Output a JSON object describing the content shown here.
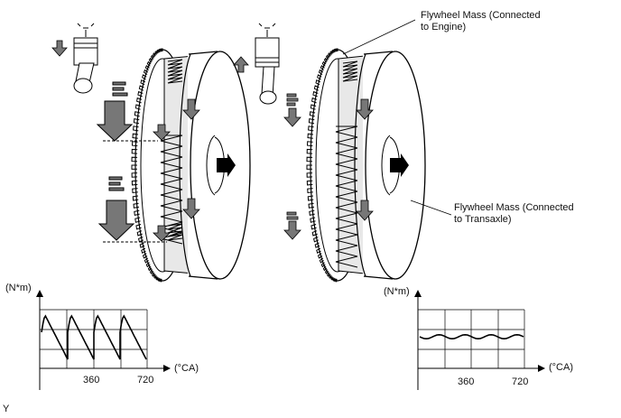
{
  "callouts": {
    "flywheel_engine": "Flywheel Mass (Connected\nto Engine)",
    "flywheel_transaxle": "Flywheel Mass (Connected\nto Transaxle)"
  },
  "left_graph": {
    "y_unit": "(N*m)",
    "x_unit": "(°CA)",
    "ticks": [
      "360",
      "720"
    ]
  },
  "right_graph": {
    "y_unit": "(N*m)",
    "x_unit": "(°CA)",
    "ticks": [
      "360",
      "720"
    ]
  },
  "footer_code": "Y"
}
